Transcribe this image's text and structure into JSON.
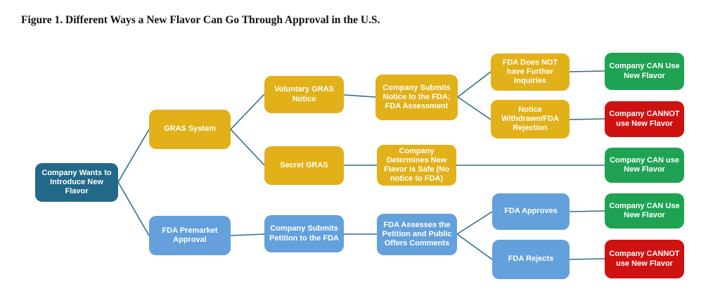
{
  "figure": {
    "title": "Figure 1. Different Ways a New Flavor Can Go Through Approval in the U.S."
  },
  "palette": {
    "root": "#226889",
    "gras": "#E2B019",
    "fda": "#63A0DC",
    "approved": "#1FA353",
    "rejected": "#CE1111",
    "connector": "#2F6C8E",
    "node_text": "#FFFFFF",
    "title_text": "#111111",
    "background": "#FFFFFF"
  },
  "nodes": [
    {
      "id": "start",
      "label": "Company Wants to Introduce New Flavor",
      "color": "root"
    },
    {
      "id": "gras-system",
      "label": "GRAS System",
      "color": "gras"
    },
    {
      "id": "voluntary-gras-notice",
      "label": "Voluntary GRAS Notice",
      "color": "gras"
    },
    {
      "id": "company-submits-notice",
      "label": "Company Submits Notice to the FDA; FDA Assessment",
      "color": "gras"
    },
    {
      "id": "fda-no-further-inquiries",
      "label": "FDA Does NOT have Further Inquiries",
      "color": "gras"
    },
    {
      "id": "can-use-1",
      "label": "Company CAN Use New Flavor",
      "color": "approved"
    },
    {
      "id": "notice-withdrawn",
      "label": "Notice Withdrawn/FDA Rejection",
      "color": "gras"
    },
    {
      "id": "cannot-use-1",
      "label": "Company CANNOT use New Flavor",
      "color": "rejected"
    },
    {
      "id": "secret-gras",
      "label": "Secret GRAS",
      "color": "gras"
    },
    {
      "id": "company-determines-safe",
      "label": "Company Determines New Flavor is Safe (No notice to FDA)",
      "color": "gras"
    },
    {
      "id": "can-use-2",
      "label": "Company CAN use New Flavor",
      "color": "approved"
    },
    {
      "id": "fda-premarket-approval",
      "label": "FDA Premarket Approval",
      "color": "fda"
    },
    {
      "id": "company-submits-petition",
      "label": "Company Submits Petition to the FDA",
      "color": "fda"
    },
    {
      "id": "fda-assesses-petition",
      "label": "FDA Assesses the Petition and Public Offers Comments",
      "color": "fda"
    },
    {
      "id": "fda-approves",
      "label": "FDA Approves",
      "color": "fda"
    },
    {
      "id": "can-use-3",
      "label": "Company CAN Use New Flavor",
      "color": "approved"
    },
    {
      "id": "fda-rejects",
      "label": "FDA Rejects",
      "color": "fda"
    },
    {
      "id": "cannot-use-2",
      "label": "Company CANNOT use New Flavor",
      "color": "rejected"
    }
  ],
  "edges": [
    {
      "from": "start",
      "to": "gras-system"
    },
    {
      "from": "start",
      "to": "fda-premarket-approval"
    },
    {
      "from": "gras-system",
      "to": "voluntary-gras-notice"
    },
    {
      "from": "gras-system",
      "to": "secret-gras"
    },
    {
      "from": "voluntary-gras-notice",
      "to": "company-submits-notice"
    },
    {
      "from": "company-submits-notice",
      "to": "fda-no-further-inquiries"
    },
    {
      "from": "company-submits-notice",
      "to": "notice-withdrawn"
    },
    {
      "from": "fda-no-further-inquiries",
      "to": "can-use-1"
    },
    {
      "from": "notice-withdrawn",
      "to": "cannot-use-1"
    },
    {
      "from": "secret-gras",
      "to": "company-determines-safe"
    },
    {
      "from": "company-determines-safe",
      "to": "can-use-2"
    },
    {
      "from": "fda-premarket-approval",
      "to": "company-submits-petition"
    },
    {
      "from": "company-submits-petition",
      "to": "fda-assesses-petition"
    },
    {
      "from": "fda-assesses-petition",
      "to": "fda-approves"
    },
    {
      "from": "fda-assesses-petition",
      "to": "fda-rejects"
    },
    {
      "from": "fda-approves",
      "to": "can-use-3"
    },
    {
      "from": "fda-rejects",
      "to": "cannot-use-2"
    }
  ]
}
